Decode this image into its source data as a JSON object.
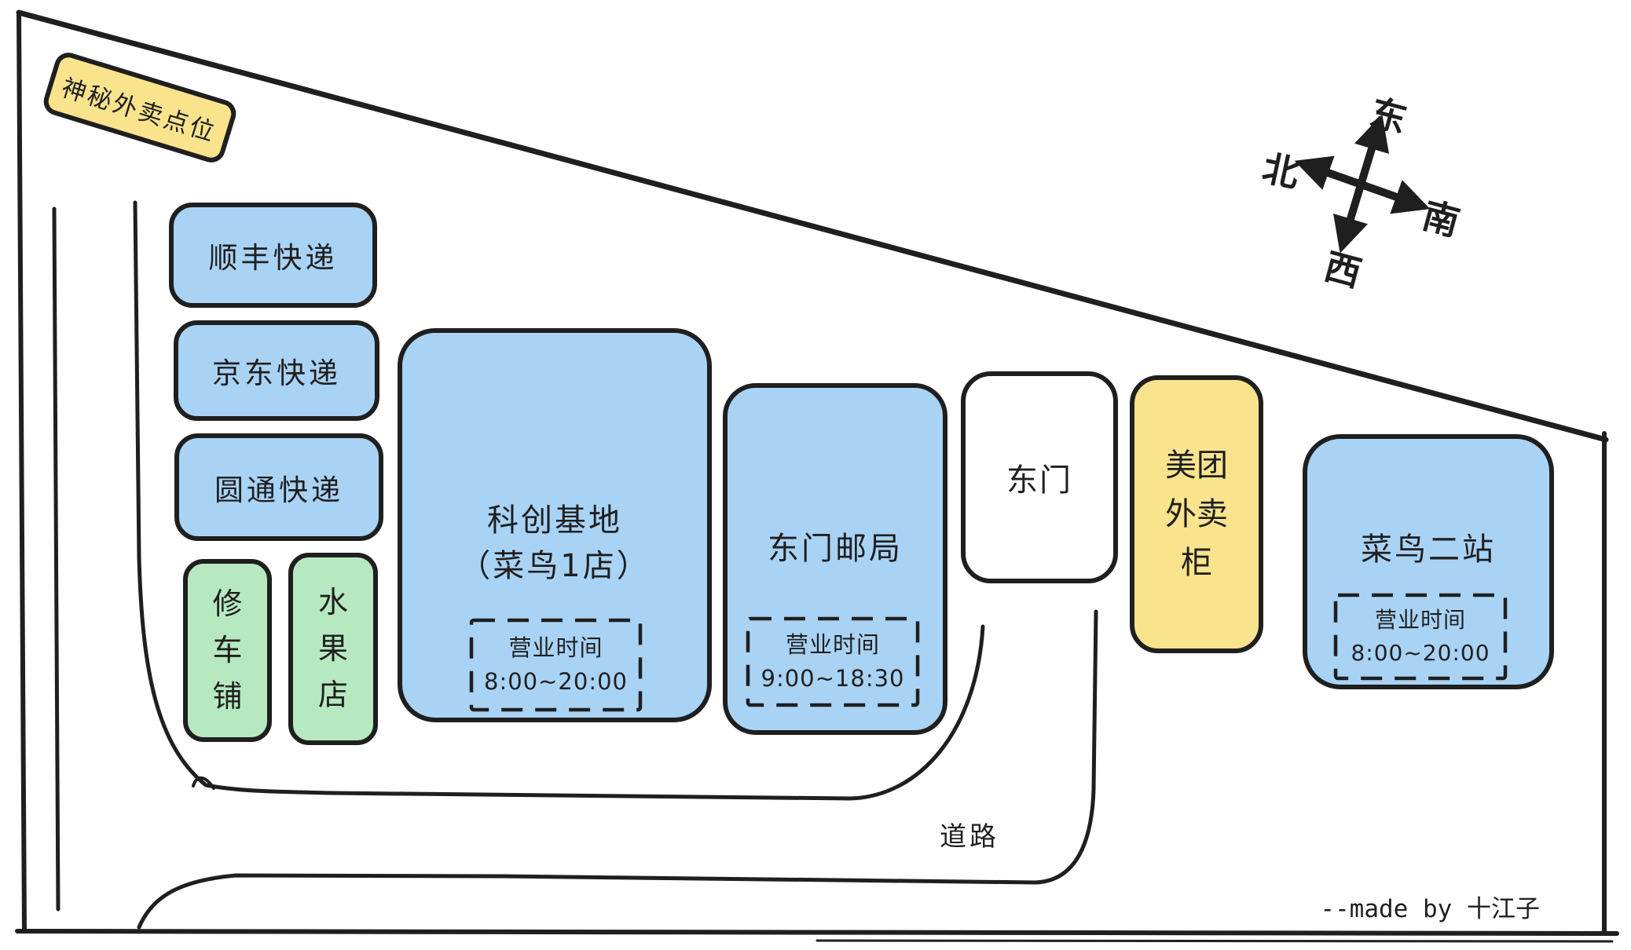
{
  "scene": {
    "title_tag": "神秘外卖点位",
    "road_label": "道路",
    "credit": "--made by 十江子"
  },
  "compass": {
    "east": "东",
    "north": "北",
    "south": "南",
    "west": "西"
  },
  "colors": {
    "blue": "#A9D3F5",
    "green": "#B7E9C0",
    "yellow": "#F9E48D",
    "white": "#FFFFFF",
    "ink": "#1F1F1F"
  },
  "buildings": {
    "sf_express": {
      "label": "顺丰快递"
    },
    "jd_express": {
      "label": "京东快递"
    },
    "yto_express": {
      "label": "圆通快递"
    },
    "repair_shop": {
      "label": "修车铺"
    },
    "fruit_shop": {
      "label": "水果店"
    },
    "tech_base": {
      "name_line1": "科创基地",
      "name_line2": "（菜鸟1店）",
      "hours_title": "营业时间",
      "hours_value": "8:00~20:00"
    },
    "east_gate_post_office": {
      "name": "东门邮局",
      "hours_title": "营业时间",
      "hours_value": "9:00~18:30"
    },
    "east_gate": {
      "name": "东门"
    },
    "meituan_locker": {
      "label": "美团外卖柜"
    },
    "cainiao_station_2": {
      "name": "菜鸟二站",
      "hours_title": "营业时间",
      "hours_value": "8:00~20:00"
    }
  }
}
